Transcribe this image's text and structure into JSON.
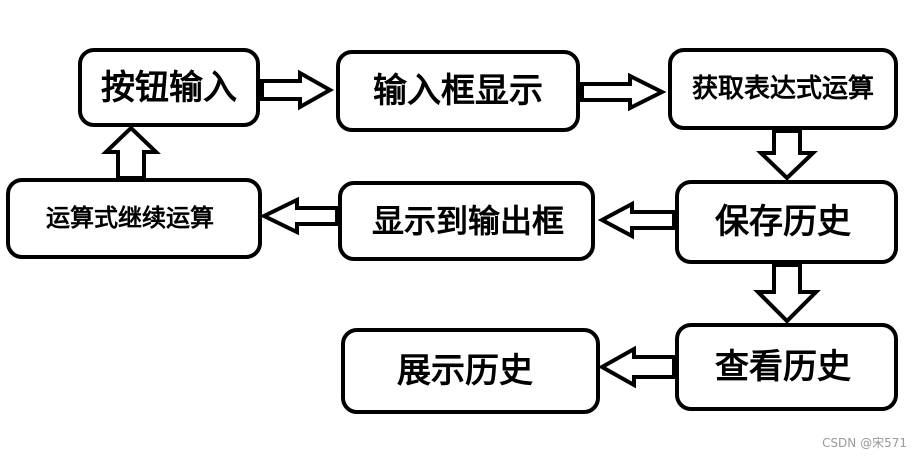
{
  "nodes": {
    "button_input": "按钮输入",
    "input_display": "输入框显示",
    "get_expression": "获取表达式运算",
    "save_history": "保存历史",
    "show_output": "显示到输出框",
    "continue_calc": "运算式继续运算",
    "view_history": "查看历史",
    "show_history": "展示历史"
  },
  "watermark": "CSDN @宋571"
}
